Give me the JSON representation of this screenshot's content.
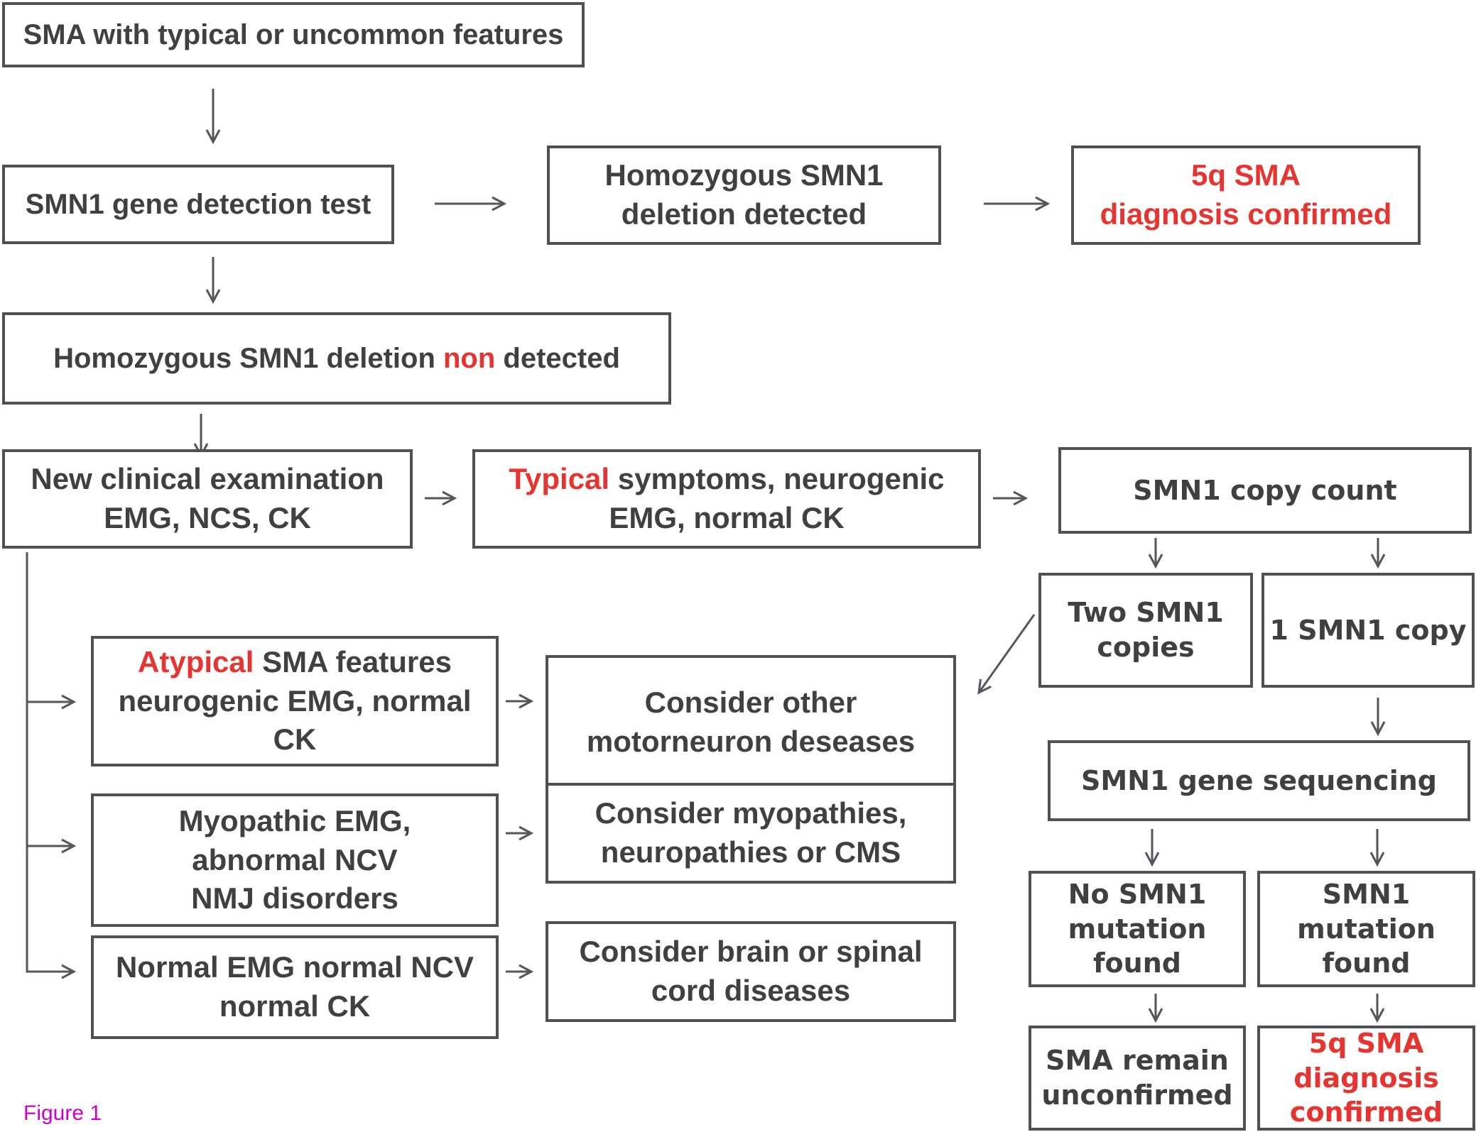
{
  "figure_label": "Figure 1",
  "colors": {
    "box_border": "#4f5052",
    "text": "#3f4042",
    "accent_red": "#e63431",
    "figure_label_magenta": "#cc00cc",
    "arrow": "#55565a",
    "background": "#ffffff"
  },
  "nodes": {
    "sma_features": {
      "text": "SMA with typical or uncommon features"
    },
    "gene_test": {
      "text": "SMN1 gene detection test"
    },
    "deletion_detected": {
      "line1": "Homozygous SMN1",
      "line2": "deletion detected"
    },
    "diag_confirmed_top": {
      "line1": "5q SMA",
      "line2": "diagnosis confirmed"
    },
    "deletion_non_detected": {
      "pre": "Homozygous SMN1 deletion ",
      "red": "non",
      "post": " detected"
    },
    "new_exam": {
      "line1": "New clinical examination",
      "line2": "EMG, NCS, CK"
    },
    "typical_symptoms": {
      "red": "Typical",
      "line1_rest": " symptoms, neurogenic",
      "line2": "EMG, normal CK"
    },
    "copy_count": {
      "text": "SMN1 copy count"
    },
    "two_copies": {
      "line1": "Two SMN1",
      "line2": "copies"
    },
    "one_copy": {
      "text": "1 SMN1 copy"
    },
    "atypical": {
      "red": "Atypical",
      "line1_rest": " SMA features",
      "line2": "neurogenic EMG, normal",
      "line3": "CK"
    },
    "consider_motorneuron": {
      "line1": "Consider other",
      "line2": "motorneuron deseases"
    },
    "myopathic": {
      "line1": "Myopathic EMG,",
      "line2": "abnormal NCV",
      "line3": "NMJ disorders"
    },
    "consider_myopathies": {
      "line1": "Consider myopathies,",
      "line2": "neuropathies or CMS"
    },
    "normal_emg": {
      "line1": "Normal EMG normal NCV",
      "line2": "normal CK"
    },
    "consider_brain": {
      "line1": "Consider brain or spinal",
      "line2": "cord diseases"
    },
    "gene_sequencing": {
      "text": "SMN1 gene sequencing"
    },
    "no_mutation": {
      "line1": "No SMN1",
      "line2": "mutation",
      "line3": "found"
    },
    "mutation_found": {
      "line1": "SMN1",
      "line2": "mutation",
      "line3": "found"
    },
    "sma_unconfirmed": {
      "line1": "SMA remain",
      "line2": "unconfirmed"
    },
    "diag_confirmed_bottom": {
      "line1": "5q SMA",
      "line2": "diagnosis",
      "line3": "confirmed"
    }
  }
}
